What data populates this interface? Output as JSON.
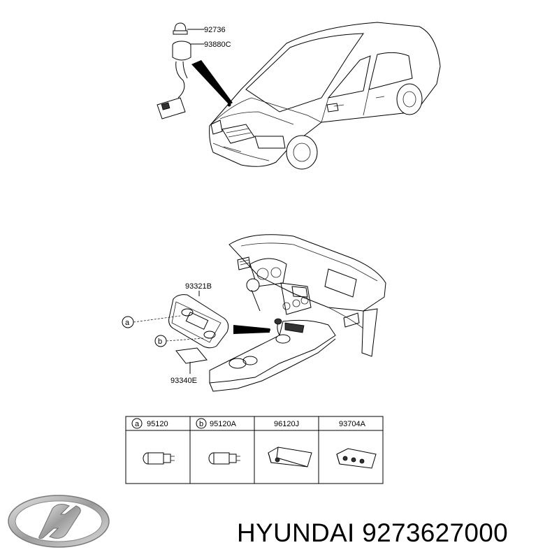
{
  "callouts": {
    "cap": "92736",
    "socket_assembly": "93880C",
    "panel": "93321B",
    "cover": "93340E",
    "ref_a": "a",
    "ref_b": "b"
  },
  "parts_table": {
    "columns": [
      {
        "ref": "a",
        "part": "95120"
      },
      {
        "ref": "b",
        "part": "95120A"
      },
      {
        "ref": "",
        "part": "96120J"
      },
      {
        "ref": "",
        "part": "93704A"
      }
    ]
  },
  "caption": {
    "brand": "HYUNDAI",
    "part_number": "9273627000"
  },
  "colors": {
    "line": "#000000",
    "background": "#ffffff",
    "logo_silver": "#b8b8b8"
  }
}
